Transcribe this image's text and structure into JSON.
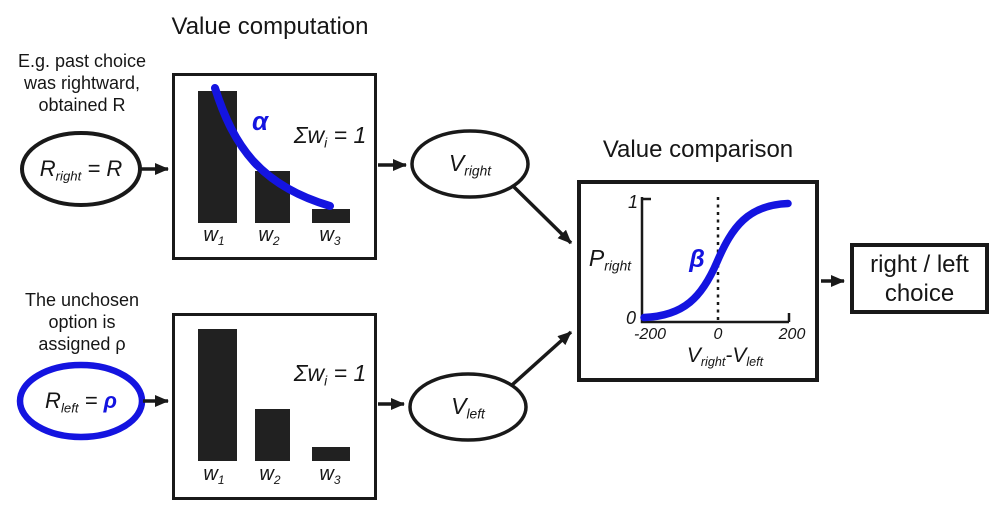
{
  "colors": {
    "ink": "#191919",
    "accent_blue": "#1414e0"
  },
  "value_computation": {
    "title": "Value computation",
    "note_lines": [
      "E.g. past choice",
      "was rightward,",
      "obtained R"
    ],
    "input_node": {
      "base": "R",
      "sub": "right",
      "rhs": " = R"
    },
    "alpha_label": "α",
    "sum_label": {
      "base": "Σw",
      "sub": "i",
      "rhs": " = 1"
    },
    "bar_labels": [
      {
        "base": "w",
        "sub": "1"
      },
      {
        "base": "w",
        "sub": "2"
      },
      {
        "base": "w",
        "sub": "3"
      }
    ],
    "output_node": {
      "base": "V",
      "sub": "right"
    }
  },
  "value_computation_left": {
    "note_lines": [
      "The unchosen",
      "option is",
      "assigned ρ"
    ],
    "input_node": {
      "base": "R",
      "sub": "left",
      "rhs_eq": " = ",
      "rhs_rho": "ρ"
    },
    "sum_label": {
      "base": "Σw",
      "sub": "i",
      "rhs": " = 1"
    },
    "bar_labels": [
      {
        "base": "w",
        "sub": "1"
      },
      {
        "base": "w",
        "sub": "2"
      },
      {
        "base": "w",
        "sub": "3"
      }
    ],
    "output_node": {
      "base": "V",
      "sub": "left"
    }
  },
  "value_comparison": {
    "title": "Value comparison",
    "beta_label": "β",
    "y_axis_label": {
      "base": "P",
      "sub": "right"
    },
    "y_ticks": {
      "top": "1",
      "bottom": "0"
    },
    "x_ticks": [
      "-200",
      "0",
      "200"
    ],
    "x_axis_label": {
      "v1": "V",
      "s1": "right",
      "minus": "-",
      "v2": "V",
      "s2": "left"
    }
  },
  "choice_box": {
    "lines": [
      "right / left",
      "choice"
    ]
  },
  "chart_data": [
    {
      "id": "recency-weights-right",
      "type": "bar",
      "categories": [
        "w1",
        "w2",
        "w3"
      ],
      "values": [
        0.66,
        0.26,
        0.07
      ],
      "annotation": "Σwi = 1",
      "overlay_curve": "exponential-decay",
      "overlay_label": "α"
    },
    {
      "id": "recency-weights-left",
      "type": "bar",
      "categories": [
        "w1",
        "w2",
        "w3"
      ],
      "values": [
        0.66,
        0.26,
        0.07
      ],
      "annotation": "Σwi = 1"
    },
    {
      "id": "softmax-choice-curve",
      "type": "line",
      "title": "Value comparison",
      "xlabel": "Vright - Vleft",
      "ylabel": "Pright",
      "xlim": [
        -200,
        200
      ],
      "ylim": [
        0,
        1
      ],
      "x": [
        -200,
        -150,
        -100,
        -50,
        0,
        50,
        100,
        150,
        200
      ],
      "y": [
        0.02,
        0.05,
        0.12,
        0.28,
        0.5,
        0.72,
        0.88,
        0.95,
        0.98
      ],
      "curve_label": "β",
      "reference_line_x": 0,
      "legend": "none",
      "grid": false
    }
  ]
}
